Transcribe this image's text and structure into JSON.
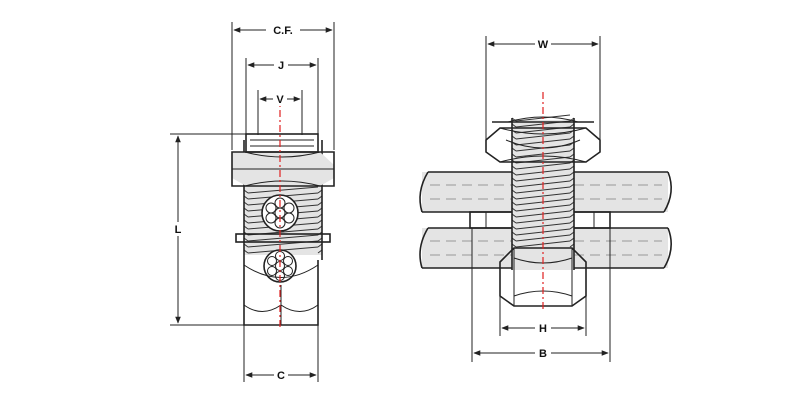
{
  "figure": {
    "left_view": {
      "labels": {
        "cf": "C.F.",
        "j": "J",
        "v": "V",
        "l": "L",
        "c": "C"
      }
    },
    "right_view": {
      "labels": {
        "w": "W",
        "h": "H",
        "b": "B"
      }
    }
  },
  "colors": {
    "outline": "#222222",
    "centerline": "#e02020",
    "fill": "#e4e4e4",
    "hatch": "#999999"
  }
}
